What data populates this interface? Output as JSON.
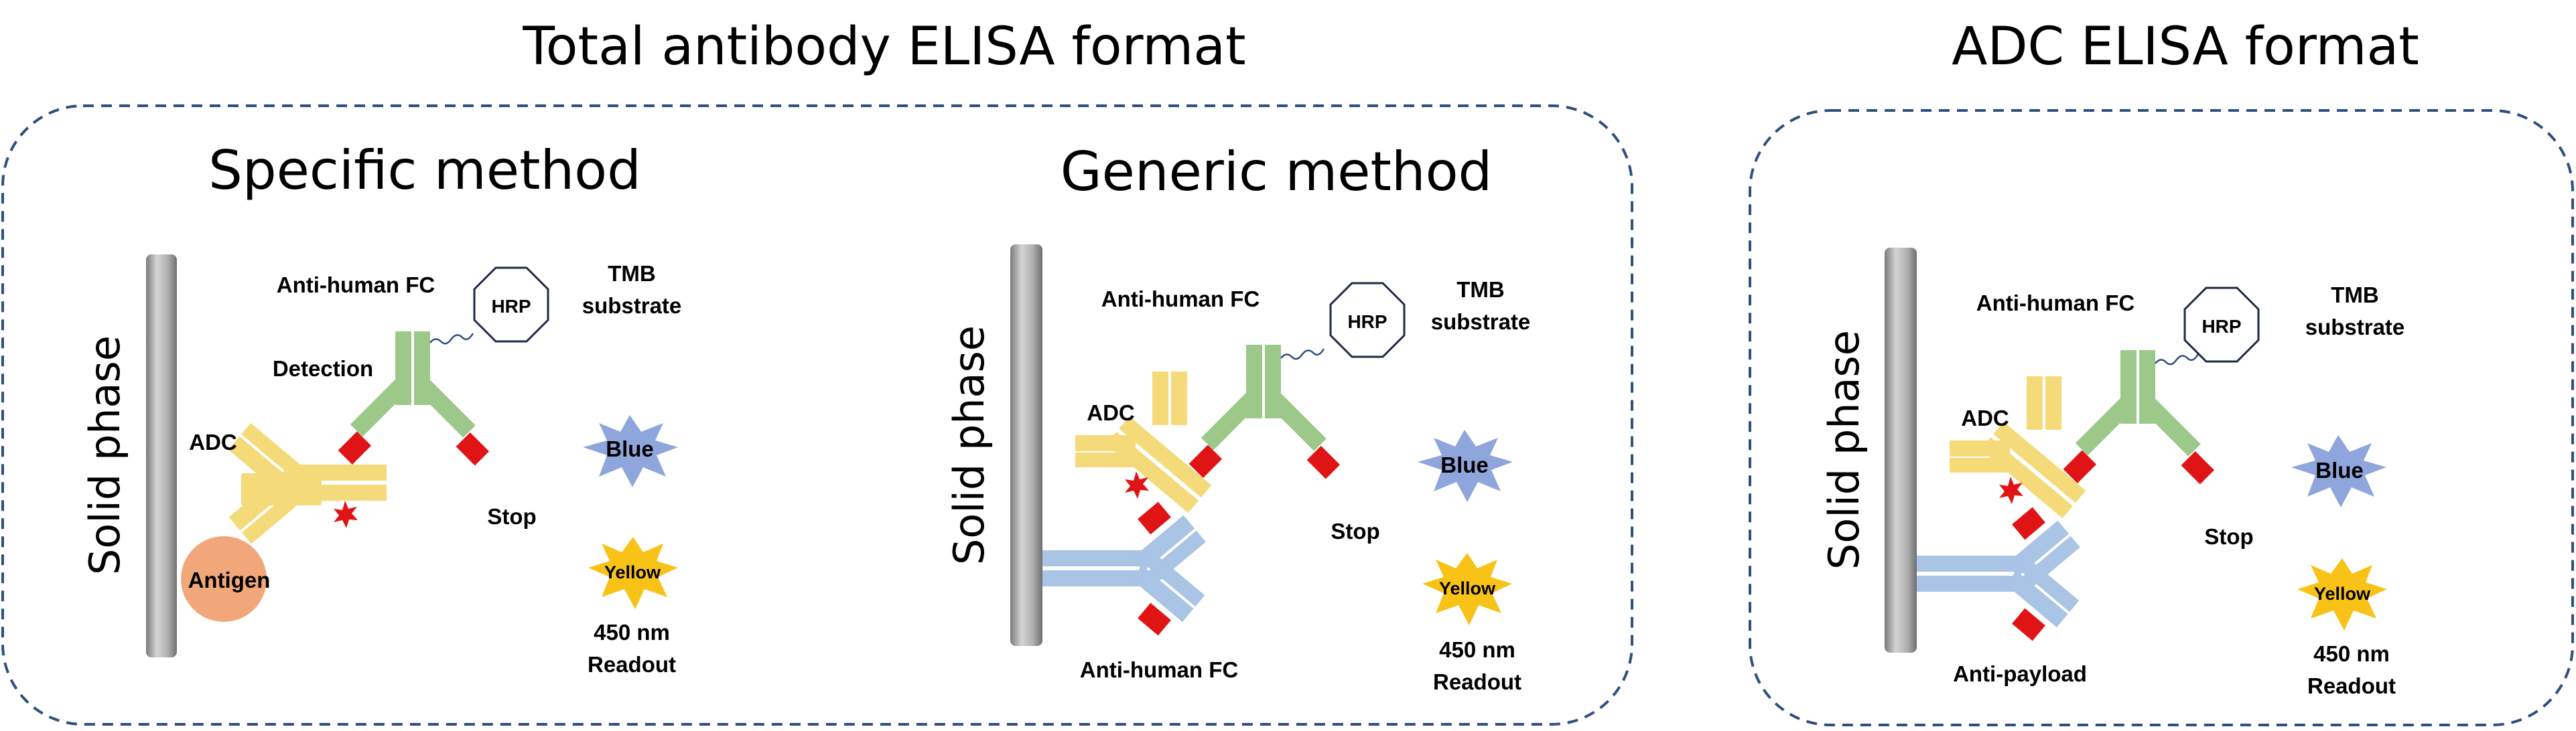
{
  "titles": {
    "total": "Total antibody ELISA format",
    "adc": "ADC ELISA format"
  },
  "panels": {
    "specific": {
      "heading": "Specific method",
      "solid_phase": "Solid phase",
      "detection_label": "Anti-human FC",
      "detection_step": "Detection",
      "adc": "ADC",
      "antigen": "Antigen",
      "hrp": "HRP",
      "tmb": [
        "TMB",
        "substrate"
      ],
      "blue": "Blue",
      "stop": "Stop",
      "yellow": "Yellow",
      "readout": [
        "450 nm",
        "Readout"
      ]
    },
    "generic": {
      "heading": "Generic method",
      "solid_phase": "Solid phase",
      "detection_label": "Anti-human FC",
      "adc": "ADC",
      "capture_label": "Anti-human FC",
      "hrp": "HRP",
      "tmb": [
        "TMB",
        "substrate"
      ],
      "blue": "Blue",
      "stop": "Stop",
      "yellow": "Yellow",
      "readout": [
        "450 nm",
        "Readout"
      ]
    },
    "adc": {
      "solid_phase": "Solid phase",
      "detection_label": "Anti-human FC",
      "adc": "ADC",
      "capture_label": "Anti-payload",
      "hrp": "HRP",
      "tmb": [
        "TMB",
        "substrate"
      ],
      "blue": "Blue",
      "stop": "Stop",
      "yellow": "Yellow",
      "readout": [
        "450 nm",
        "Readout"
      ]
    }
  },
  "colors": {
    "border": "#2F4F7F",
    "adc_antibody": "#F5DA7A",
    "detection_antibody": "#9CC98A",
    "capture_antibody": "#A9C4E4",
    "fc_tip": "#E01414",
    "payload_star": "#E01414",
    "blue_burst": "#8EA6DC",
    "yellow_burst": "#F8C316",
    "antigen": "#F2A77A",
    "solid_phase": "#A8A8A8"
  },
  "icons": [
    "hrp-octagon-icon",
    "payload-star-icon",
    "blue-burst-icon",
    "yellow-burst-icon"
  ]
}
